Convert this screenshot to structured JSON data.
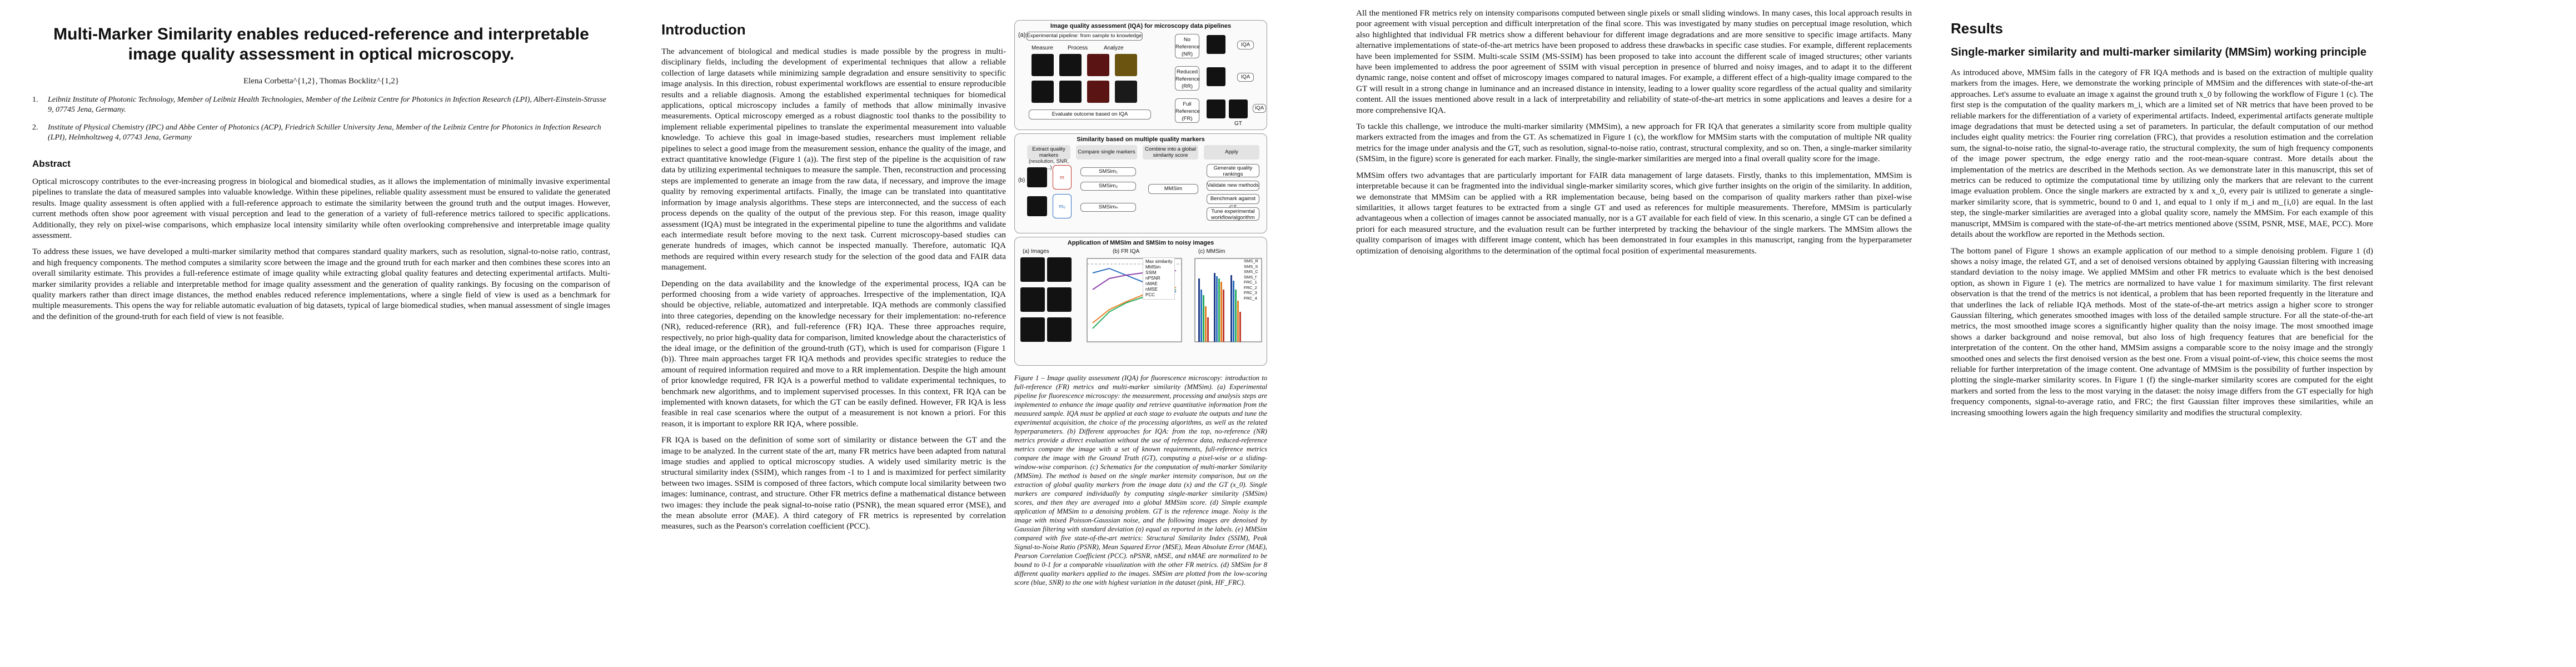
{
  "paper": {
    "title": "Multi-Marker Similarity enables reduced-reference and interpretable image quality assessment in optical microscopy.",
    "authors": "Elena Corbetta^{1,2}, Thomas Bocklitz^{1,2}",
    "affiliations": [
      {
        "num": "1.",
        "text": "Leibniz Institute of Photonic Technology, Member of Leibniz Health Technologies, Member of the Leibniz Centre for Photonics in Infection Research (LPI), Albert-Einstein-Strasse 9, 07745 Jena, Germany."
      },
      {
        "num": "2.",
        "text": "Institute of Physical Chemistry (IPC) and Abbe Center of Photonics (ACP), Friedrich Schiller University Jena, Member of the Leibniz Centre for Photonics in Infection Research (LPI), Helmholtzweg 4, 07743 Jena, Germany"
      }
    ],
    "abstract_heading": "Abstract",
    "abstract": [
      "Optical microscopy contributes to the ever-increasing progress in biological and biomedical studies, as it allows the implementation of minimally invasive experimental pipelines to translate the data of measured samples into valuable knowledge. Within these pipelines, reliable quality assessment must be ensured to validate the generated results. Image quality assessment is often applied with a full-reference approach to estimate the similarity between the ground truth and the output images. However, current methods often show poor agreement with visual perception and lead to the generation of a variety of full-reference metrics tailored to specific applications. Additionally, they rely on pixel-wise comparisons, which emphasize local intensity similarity while often overlooking comprehensive and interpretable image quality assessment.",
      "To address these issues, we have developed a multi-marker similarity method that compares standard quality markers, such as resolution, signal-to-noise ratio, contrast, and high frequency components. The method computes a similarity score between the image and the ground truth for each marker and then combines these scores into an overall similarity estimate. This provides a full-reference estimate of image quality while extracting global quality features and detecting experimental artifacts. Multi-marker similarity provides a reliable and interpretable method for image quality assessment and the generation of quality rankings. By focusing on the comparison of quality markers rather than direct image distances, the method enables reduced reference implementations, where a single field of view is used as a benchmark for multiple measurements. This opens the way for reliable automatic evaluation of big datasets, typical of large biomedical studies, when manual assessment of single images and the definition of the ground-truth for each field of view is not feasible."
    ]
  },
  "intro": {
    "heading": "Introduction",
    "paragraphs": [
      "The advancement of biological and medical studies is made possible by the progress in multi-disciplinary fields, including the development of experimental techniques that allow a reliable collection of large datasets while minimizing sample degradation and ensure sensitivity to specific image analysis. In this direction, robust experimental workflows are essential to ensure reproducible results and a reliable diagnosis. Among the established experimental techniques for biomedical applications, optical microscopy includes a family of methods that allow minimally invasive measurements. Optical microscopy emerged as a robust diagnostic tool thanks to the possibility to implement reliable experimental pipelines to translate the experimental measurement into valuable knowledge. To achieve this goal in image-based studies, researchers must implement reliable pipelines to select a good image from the measurement session, enhance the quality of the image, and extract quantitative knowledge (Figure 1 (a)). The first step of the pipeline is the acquisition of raw data by utilizing experimental techniques to measure the sample. Then, reconstruction and processing steps are implemented to generate an image from the raw data, if necessary, and improve the image quality by removing experimental artifacts. Finally, the image can be translated into quantitative information by image analysis algorithms. These steps are interconnected, and the success of each process depends on the quality of the output of the previous step. For this reason, image quality assessment (IQA) must be integrated in the experimental pipeline to tune the algorithms and validate each intermediate result before moving to the next task. Current microscopy-based studies can generate hundreds of images, which cannot be inspected manually. Therefore, automatic IQA methods are required within every research study for the selection of the good data and FAIR data management.",
      "Depending on the data availability and the knowledge of the experimental process, IQA can be performed choosing from a wide variety of approaches. Irrespective of the implementation, IQA should be objective, reliable, automatized and interpretable. IQA methods are commonly classified into three categories, depending on the knowledge necessary for their implementation: no-reference (NR), reduced-reference (RR), and full-reference (FR) IQA. These three approaches require, respectively, no prior high-quality data for comparison, limited knowledge about the characteristics of the ideal image, or the definition of the ground-truth (GT), which is used for comparison (Figure 1 (b)). Three main approaches target FR IQA methods and provides specific strategies to reduce the amount of required information required and move to a RR implementation. Despite the high amount of prior knowledge required, FR IQA is a powerful method to validate experimental techniques, to benchmark new algorithms, and to implement supervised processes. In this context, FR IQA can be implemented with known datasets, for which the GT can be easily defined. However, FR IQA is less feasible in real case scenarios where the output of a measurement is not known a priori. For this reason, it is important to explore RR IQA, where possible.",
      "FR IQA is based on the definition of some sort of similarity or distance between the GT and the image to be analyzed. In the current state of the art, many FR metrics have been adapted from natural image studies and applied to optical microscopy studies. A widely used similarity metric is the structural similarity index (SSIM), which ranges from -1 to 1 and is maximized for perfect similarity between two images. SSIM is composed of three factors, which compute local similarity between two images: luminance, contrast, and structure. Other FR metrics define a mathematical distance between two images: they include the peak signal-to-noise ratio (PSNR), the mean squared error (MSE), and the mean absolute error (MAE). A third category of FR metrics is represented by correlation measures, such as the Pearson's correlation coefficient (PCC)."
    ]
  },
  "figure": {
    "panel_a_title": "Image quality assessment (IQA) for microscopy data pipelines",
    "panel_a_sub": "Experimental pipeline: from sample to knowledge",
    "pipeline_steps": [
      "Measure",
      "Process",
      "Analyze"
    ],
    "eval_label": "Evaluate outcome based on IQA",
    "iqa_types": [
      {
        "label": "No\nReference\n(NR)"
      },
      {
        "label": "Reduced\nReference\n(RR)"
      },
      {
        "label": "Full\nReference\n(FR)"
      }
    ],
    "iqa_out": "IQA",
    "gt_label": "GT",
    "panel_b_title": "Similarity based on multiple quality markers",
    "b_steps": [
      "Extract quality markers (resolution, SNR, ...)",
      "Compare single markers",
      "Combine into a global similarity score",
      "Apply"
    ],
    "apply_items": [
      "Generate quality rankings",
      "Validate new methods",
      "Benchmark against GT",
      "Tune experimental workflow/algorithm"
    ],
    "panel_c_title": "Application of MMSIm and SMSim to noisy images",
    "c_sub": [
      "(a) Images",
      "(b) FR IQA",
      "(c) MMSim"
    ],
    "legend_c": [
      "Max similarity",
      "MMSim",
      "SSIM",
      "nPSNR",
      "nMAE",
      "nMSE",
      "PCC"
    ],
    "legend_d": [
      "SMS_R",
      "SMS_S",
      "SMS_C",
      "SMS_f",
      "FRC_1",
      "FRC_2",
      "FRC_3",
      "FRC_4"
    ],
    "caption": "Figure 1 – Image quality assessment (IQA) for fluorescence microscopy: introduction to full-reference (FR) metrics and multi-marker similarity (MMSim). (a) Experimental pipeline for fluorescence microscopy: the measurement, processing and analysis steps are implemented to enhance the image quality and retrieve quantitative information from the measured sample. IQA must be applied at each stage to evaluate the outputs and tune the experimental acquisition, the choice of the processing algorithms, as well as the related hyperparameters. (b) Different approaches for IQA: from the top, no-reference (NR) metrics provide a direct evaluation without the use of reference data, reduced-reference metrics compare the image with a set of known requirements, full-reference metrics compare the image with the Ground Truth (GT), computing a pixel-wise or a sliding-window-wise comparison. (c) Schematics for the computation of multi-marker Similarity (MMSim). The method is based on the single marker intensity comparison, but on the extraction of global quality markers from the image data (x) and the GT (x_0). Single markers are compared individually by computing single-marker similarity (SMSim) scores, and then they are averaged into a global MMSim score. (d) Simple example application of MMSim to a denoising problem. GT is the reference image. Noisy is the image with mixed Poisson-Gaussian noise, and the following images are denoised by Gaussian filtering with standard deviation (σ) equal as reported in the labels. (e) MMSim compared with five state-of-the-art metrics: Structural Similarity Index (SSIM), Peak Signal-to-Noise Ratio (PSNR), Mean Squared Error (MSE), Mean Absolute Error (MAE), Pearson Correlation Coefficient (PCC). nPSNR, nMSE, and nMAE are normalized to be bound to 0-1 for a comparable visualization with the other FR metrics. (d) SMSim for 8 different quality markers applied to the images. SMSim are plotted from the low-scoring score (blue, SNR) to the one with highest variation in the dataset (pink, HF_FRC)."
  },
  "col3": {
    "paragraphs": [
      "All the mentioned FR metrics rely on intensity comparisons computed between single pixels or small sliding windows. In many cases, this local approach results in poor agreement with visual perception and difficult interpretation of the final score. This was investigated by many studies on perceptual image resolution, which also highlighted that individual FR metrics show a different behaviour for different image degradations and are more sensitive to specific image artifacts. Many alternative implementations of state-of-the-art metrics have been proposed to address these drawbacks in specific case studies. For example, different replacements have been implemented for SSIM. Multi-scale SSIM (MS-SSIM) has been proposed to take into account the different scale of imaged structures; other variants have been implemented to address the poor agreement of SSIM with visual perception in presence of blurred and noisy images, and to adapt it to the different dynamic range, noise content and offset of microscopy images compared to natural images. For example, a different effect of a high-quality image compared to the GT will result in a strong change in luminance and an increased distance in intensity, leading to a lower quality score regardless of the actual quality and similarity content. All the issues mentioned above result in a lack of interpretability and reliability of state-of-the-art metrics in some applications and leaves a desire for a more comprehensive IQA.",
      "To tackle this challenge, we introduce the multi-marker similarity (MMSim), a new approach for FR IQA that generates a similarity score from multiple quality markers extracted from the images and from the GT. As schematized in Figure 1 (c), the workflow for MMSim starts with the computation of multiple NR quality metrics for the image under analysis and the GT, such as resolution, signal-to-noise ratio, contrast, structural complexity, and so on. Then, a single-marker similarity (SMSim, in the figure) score is generated for each marker. Finally, the single-marker similarities are merged into a final overall quality score for the image.",
      "MMSim offers two advantages that are particularly important for FAIR data management of large datasets. Firstly, thanks to this implementation, MMSim is interpretable because it can be fragmented into the individual single-marker similarity scores, which give further insights on the origin of the similarity. In addition, we demonstrate that MMSim can be applied with a RR implementation because, being based on the comparison of quality markers rather than pixel-wise similarities, it allows target features to be extracted from a single GT and used as references for multiple measurements. Therefore, MMSim is particularly advantageous when a collection of images cannot be associated manually, nor is a GT available for each field of view. In this scenario, a single GT can be defined a priori for each measured structure, and the evaluation result can be further interpreted by tracking the behaviour of the single markers. The MMSim allows the quality comparison of images with different image content, which has been demonstrated in four examples in this manuscript, ranging from the hyperparameter optimization of denoising algorithms to the determination of the optimal focal position of experimental measurements."
    ]
  },
  "col4": {
    "heading": "Results",
    "subheading": "Single-marker similarity and multi-marker similarity (MMSim) working principle",
    "paragraphs": [
      "As introduced above, MMSim falls in the category of FR IQA methods and is based on the extraction of multiple quality markers from the images. Here, we demonstrate the working principle of MMSim and the differences with state-of-the-art approaches. Let's assume to evaluate an image x against the ground truth x_0 by following the workflow of Figure 1 (c). The first step is the computation of the quality markers m_i, which are a limited set of NR metrics that have been proved to be reliable markers for the differentiation of a variety of experimental artifacts. Indeed, experimental artifacts generate multiple image degradations that must be detected using a set of parameters. In particular, the default computation of our method includes eight quality metrics: the Fourier ring correlation (FRC), that provides a resolution estimation and the correlation sum, the signal-to-noise ratio, the signal-to-average ratio, the structural complexity, the sum of high frequency components of the image power spectrum, the edge energy ratio and the root-mean-square contrast. More details about the implementation of the metrics are described in the Methods section. As we demonstrate later in this manuscript, this set of metrics can be reduced to optimize the computational time by utilizing only the markers that are relevant to the current image evaluation problem. Once the single markers are extracted by x and x_0, every pair is utilized to generate a single-marker similarity score, that is symmetric, bound to 0 and 1, and equal to 1 only if m_i and m_{i,0} are equal. In the last step, the single-marker similarities are averaged into a global quality score, namely the MMSim. For each example of this manuscript, MMSim is compared with the state-of-the-art metrics mentioned above (SSIM, PSNR, MSE, MAE, PCC). More details about the workflow are reported in the Methods section.",
      "The bottom panel of Figure 1 shows an example application of our method to a simple denoising problem. Figure 1 (d) shows a noisy image, the related GT, and a set of denoised versions obtained by applying Gaussian filtering with increasing standard deviation to the noisy image. We applied MMSim and other FR metrics to evaluate which is the best denoised option, as shown in Figure 1 (e). The metrics are normalized to have value 1 for maximum similarity. The first relevant observation is that the trend of the metrics is not identical, a problem that has been reported frequently in the literature and that underlines the lack of reliable IQA methods. Most of the state-of-the-art metrics assign a higher score to stronger Gaussian filtering, which generates smoothed images with loss of the detailed sample structure. For all the state-of-the-art metrics, the most smoothed image scores a significantly higher quality than the noisy image. The most smoothed image shows a darker background and noise removal, but also loss of high frequency features that are beneficial for the interpretation of the content. On the other hand, MMSim assigns a comparable score to the noisy image and the strongly smoothed ones and selects the first denoised version as the best one. From a visual point-of-view, this choice seems the most reliable for further interpretation of the image content. One advantage of MMSim is the possibility of further inspection by plotting the single-marker similarity scores. In Figure 1 (f) the single-marker similarity scores are computed for the eight markers and sorted from the less to the most varying in the dataset: the noisy image differs from the GT especially for high frequency components, signal-to-average ratio, and FRC; the first Gaussian filter improves these similarities, while an increasing smoothing lowers again the high frequency similarity and modifies the structural complexity."
    ]
  }
}
